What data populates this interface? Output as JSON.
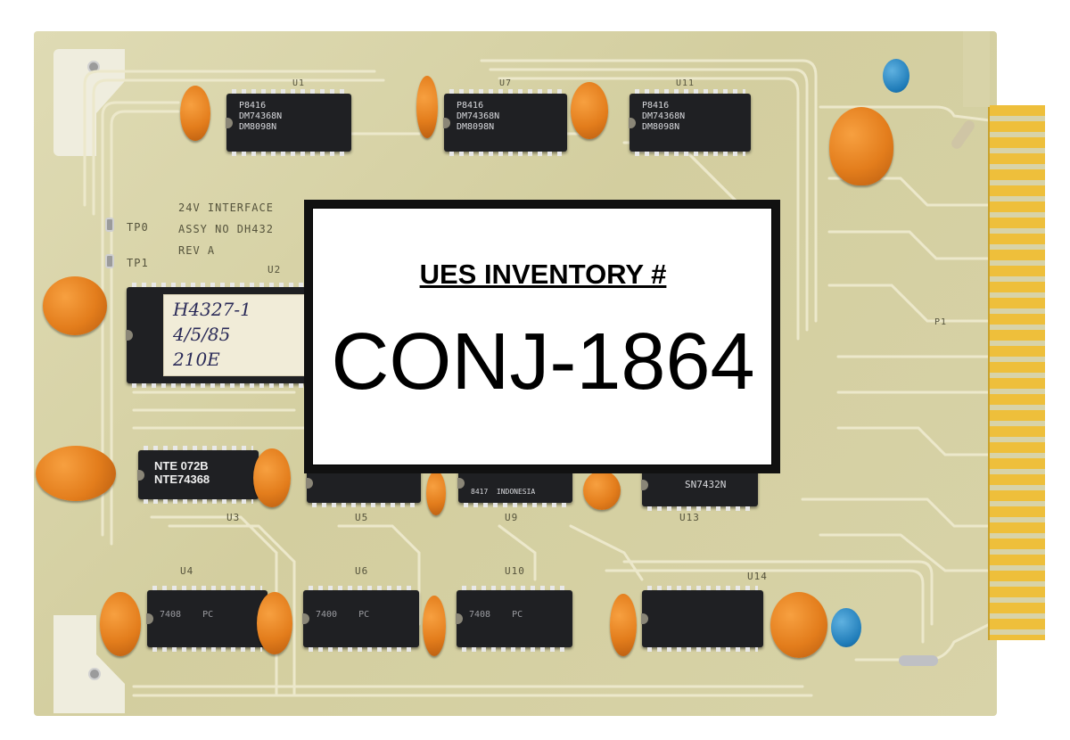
{
  "label": {
    "title": "UES INVENTORY #",
    "code": "CONJ-1864"
  },
  "silkscreen": {
    "board_line1": "24V INTERFACE",
    "board_line2": "ASSY NO DH432",
    "board_line3": "REV A",
    "tp0": "TP0",
    "tp1": "TP1",
    "connector": "P1"
  },
  "refdes": {
    "u1": "U1",
    "u2": "U2",
    "u3": "U3",
    "u4": "U4",
    "u5": "U5",
    "u6": "U6",
    "u7": "U7",
    "u9": "U9",
    "u10": "U10",
    "u11": "U11",
    "u13": "U13",
    "u14": "U14"
  },
  "chips": {
    "u1": "P8416\nDM74368N\nDM8098N",
    "u7": "P8416\nDM74368N\nDM8098N",
    "u11": "P8416\nDM74368N\nDM8098N",
    "u3": "NTE 072B\nNTE74368",
    "u9": "8417  INDONESIA",
    "u13": "SN7432N",
    "u4": "7408    PC",
    "u6": "7400    PC",
    "u10": "7408    PC"
  },
  "handwriting": {
    "line1": "H4327-1",
    "line2": "4/5/85",
    "line3": "210E"
  },
  "colors": {
    "board": "#d8d3a6",
    "trace": "#eae6c8",
    "capacitor": "#e5821f",
    "gold": "#e9b835"
  }
}
